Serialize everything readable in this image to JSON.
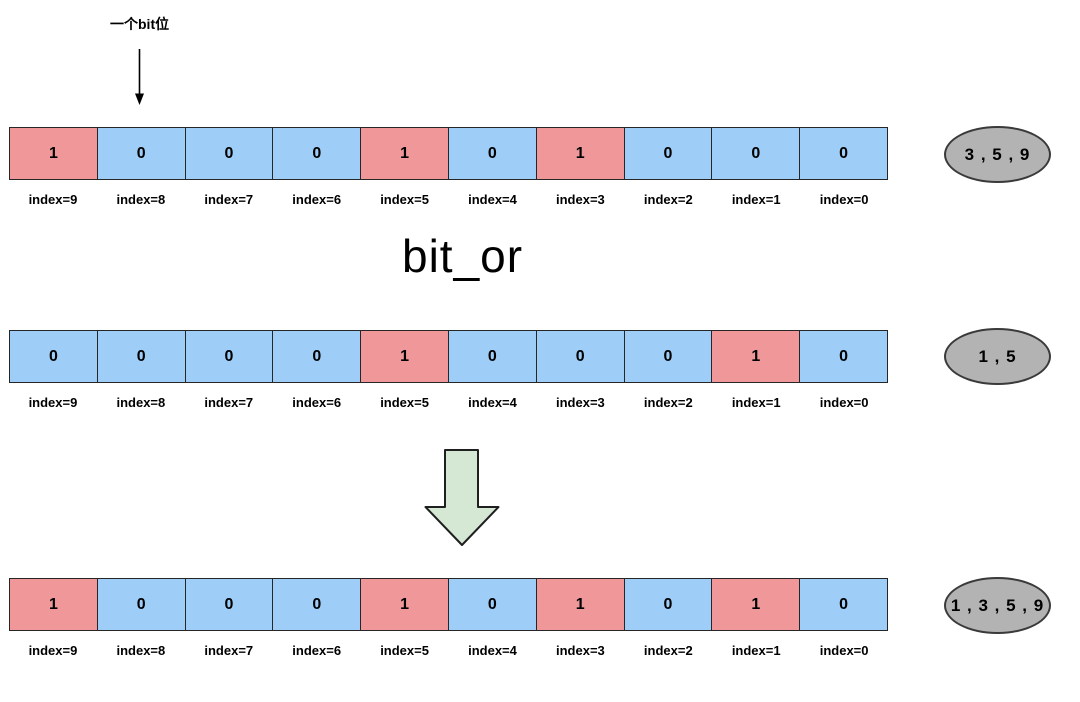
{
  "pointer": {
    "label": "一个bit位"
  },
  "operation": {
    "label": "bit_or"
  },
  "colors": {
    "bit_one_fill": "#f09899",
    "bit_zero_fill": "#9ecdf8",
    "ellipse_fill": "#b3b3b3",
    "block_arrow_fill": "#d5e8d4",
    "line_color": "#262626"
  },
  "index_labels": [
    "index=9",
    "index=8",
    "index=7",
    "index=6",
    "index=5",
    "index=4",
    "index=3",
    "index=2",
    "index=1",
    "index=0"
  ],
  "rows": [
    {
      "name": "top-bitmap",
      "bits": [
        1,
        0,
        0,
        0,
        1,
        0,
        1,
        0,
        0,
        0
      ],
      "set_bits_label": "3 , 5 , 9"
    },
    {
      "name": "middle-bitmap",
      "bits": [
        0,
        0,
        0,
        0,
        1,
        0,
        0,
        0,
        1,
        0
      ],
      "set_bits_label": "1 , 5"
    },
    {
      "name": "result-bitmap",
      "bits": [
        1,
        0,
        0,
        0,
        1,
        0,
        1,
        0,
        1,
        0
      ],
      "set_bits_label": "1 , 3 , 5 , 9"
    }
  ]
}
